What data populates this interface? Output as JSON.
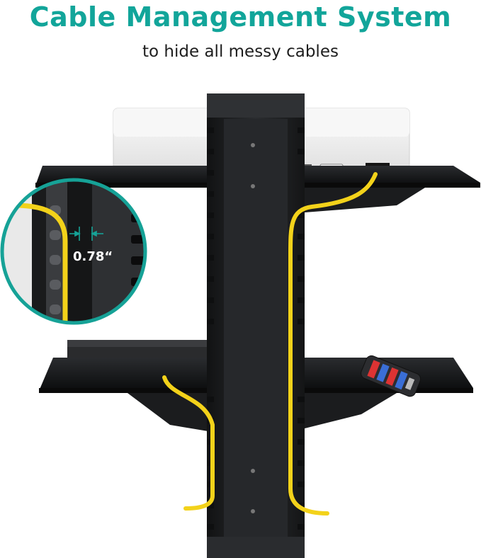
{
  "header": {
    "title": "Cable Management System",
    "subtitle": "to hide all messy cables"
  },
  "callout": {
    "measurement": "0.78“"
  },
  "colors": {
    "title": "#12a59a",
    "ring": "#16a297",
    "cable": "#f3d21a",
    "pole": "#1f2123",
    "shelf": "#121314",
    "device_white": "#f2f2f2"
  },
  "icons": [
    "dimension-arrow-icon"
  ]
}
